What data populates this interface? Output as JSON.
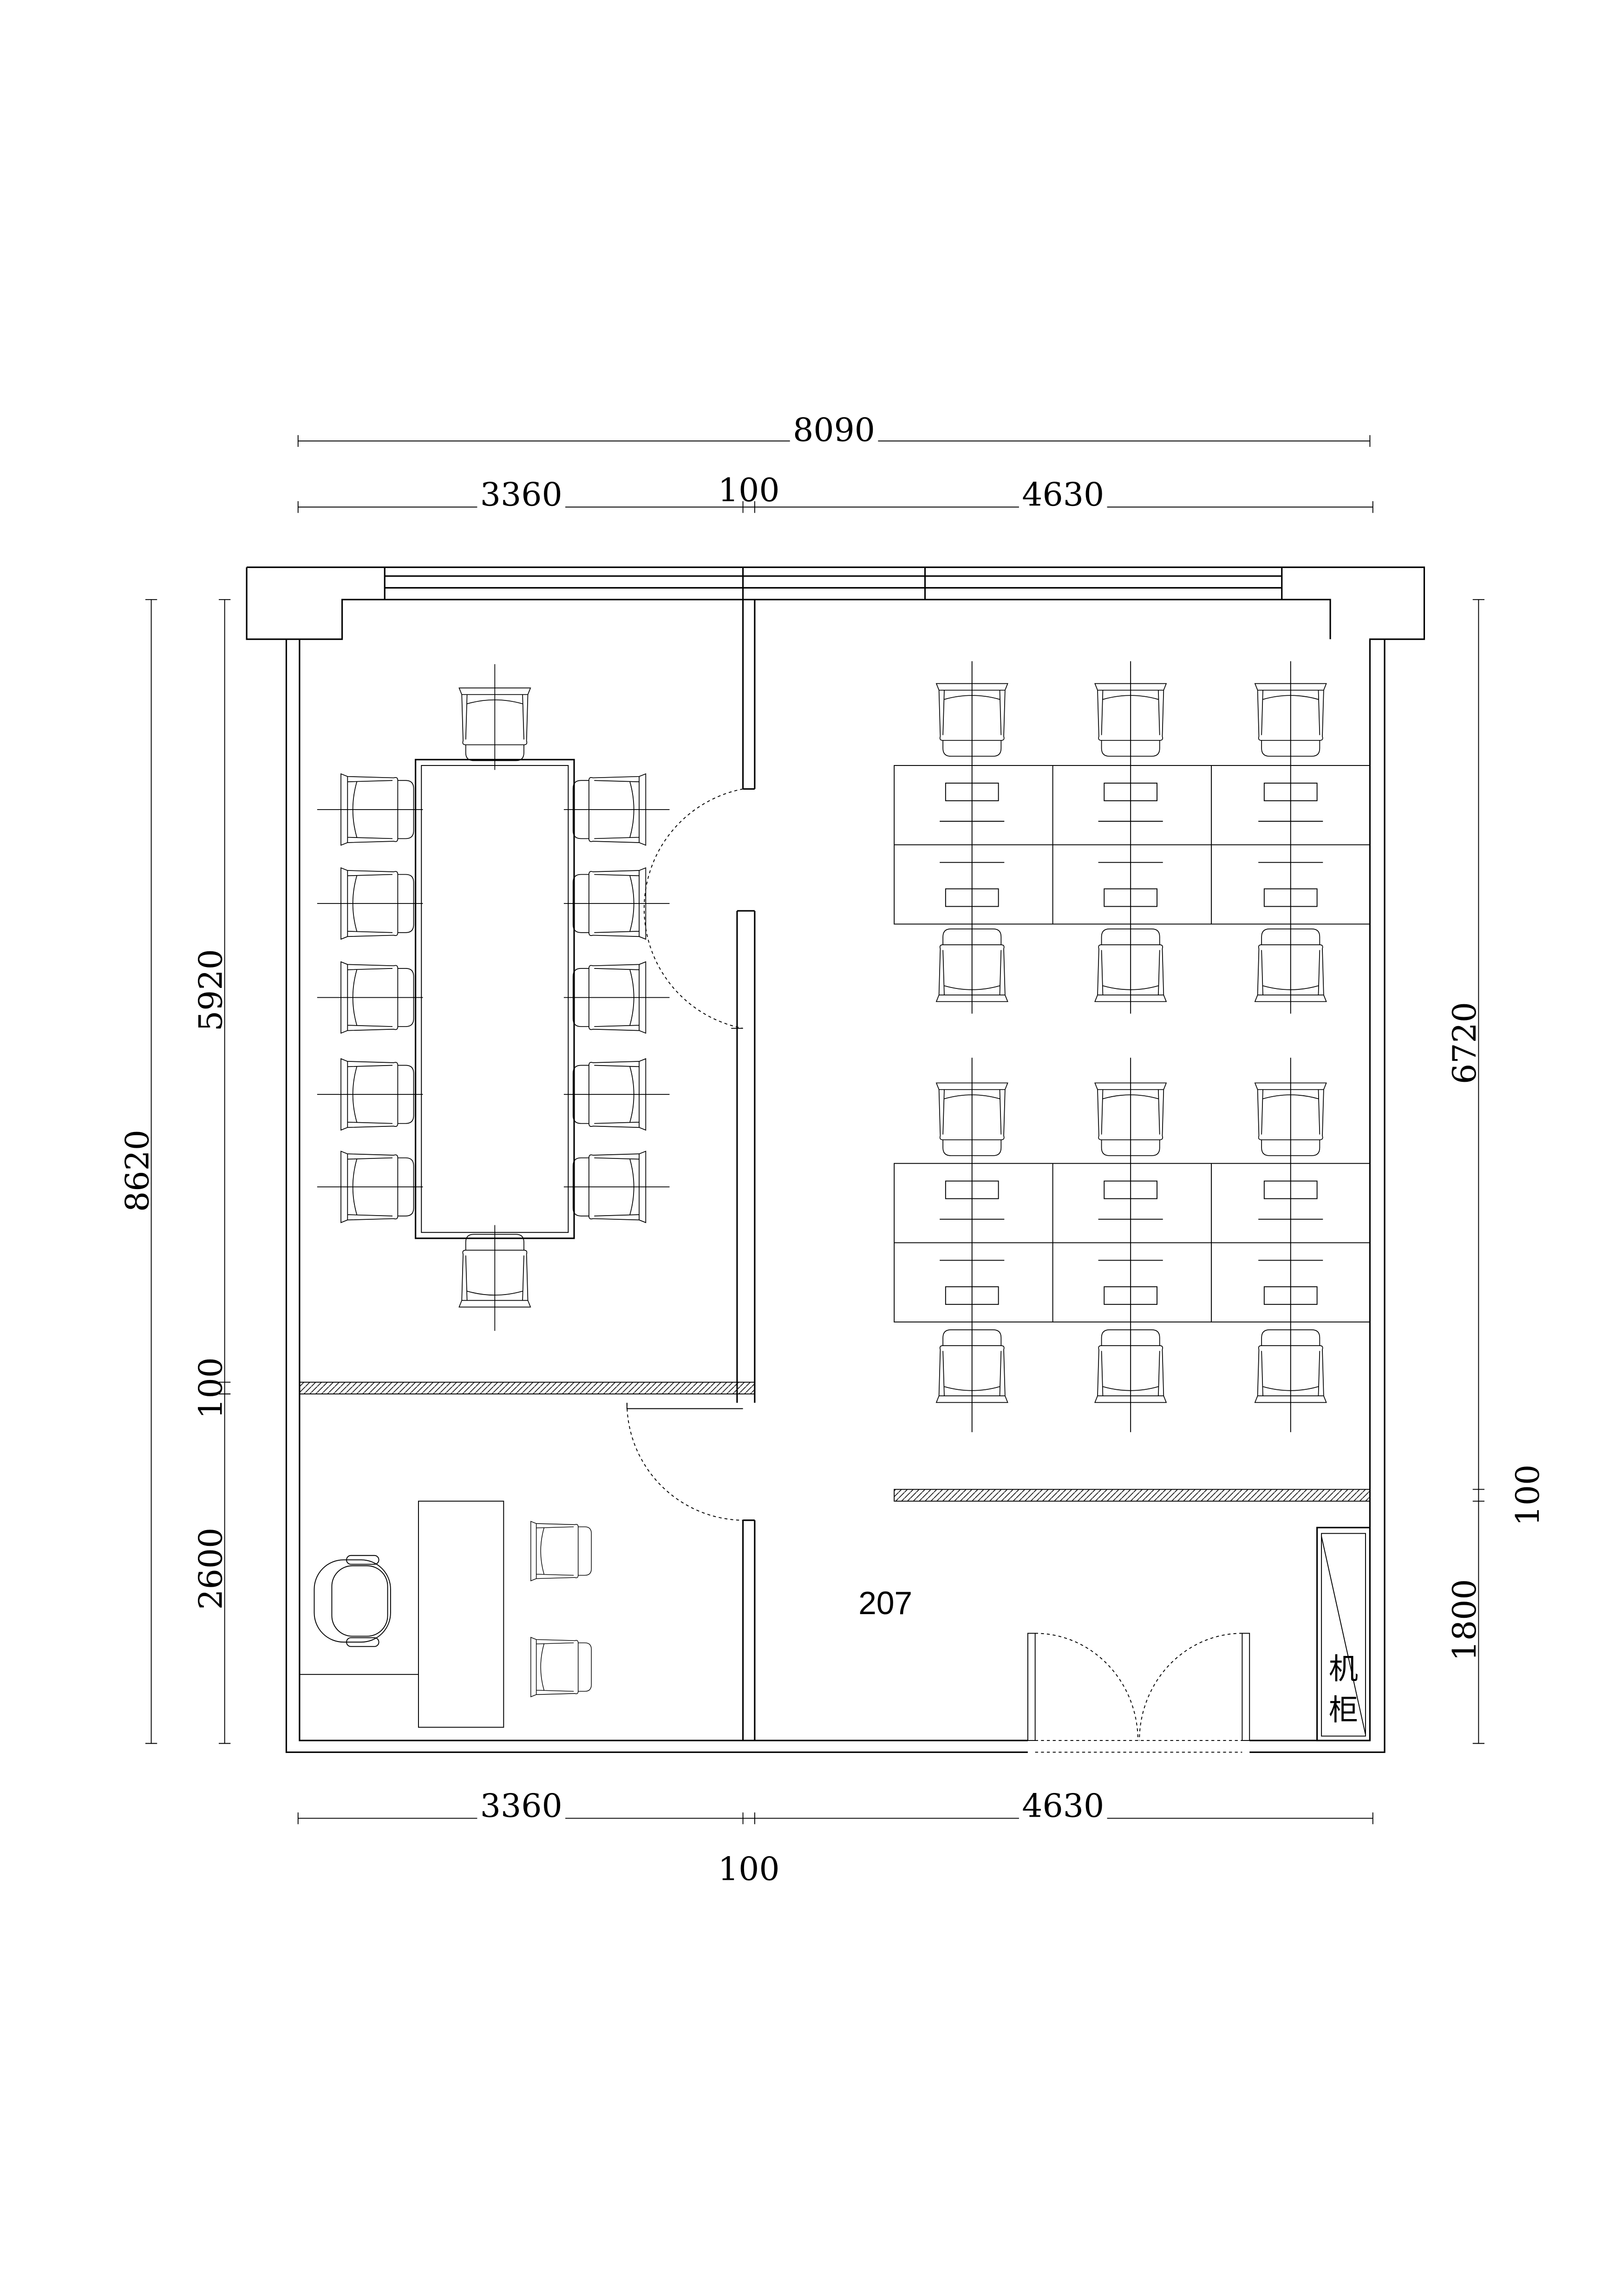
{
  "room_number": "207",
  "cabinet_label": [
    "机",
    "柜"
  ],
  "dimensions": {
    "top_total": "8090",
    "top_left": "3360",
    "top_mid": "100",
    "top_right": "4630",
    "left_total": "8620",
    "left_upper": "5920",
    "left_mid": "100",
    "left_lower": "2600",
    "right_upper": "6720",
    "right_mid": "100",
    "right_lower": "1800",
    "bottom_left": "3360",
    "bottom_right": "4630",
    "bottom_mid": "100"
  }
}
